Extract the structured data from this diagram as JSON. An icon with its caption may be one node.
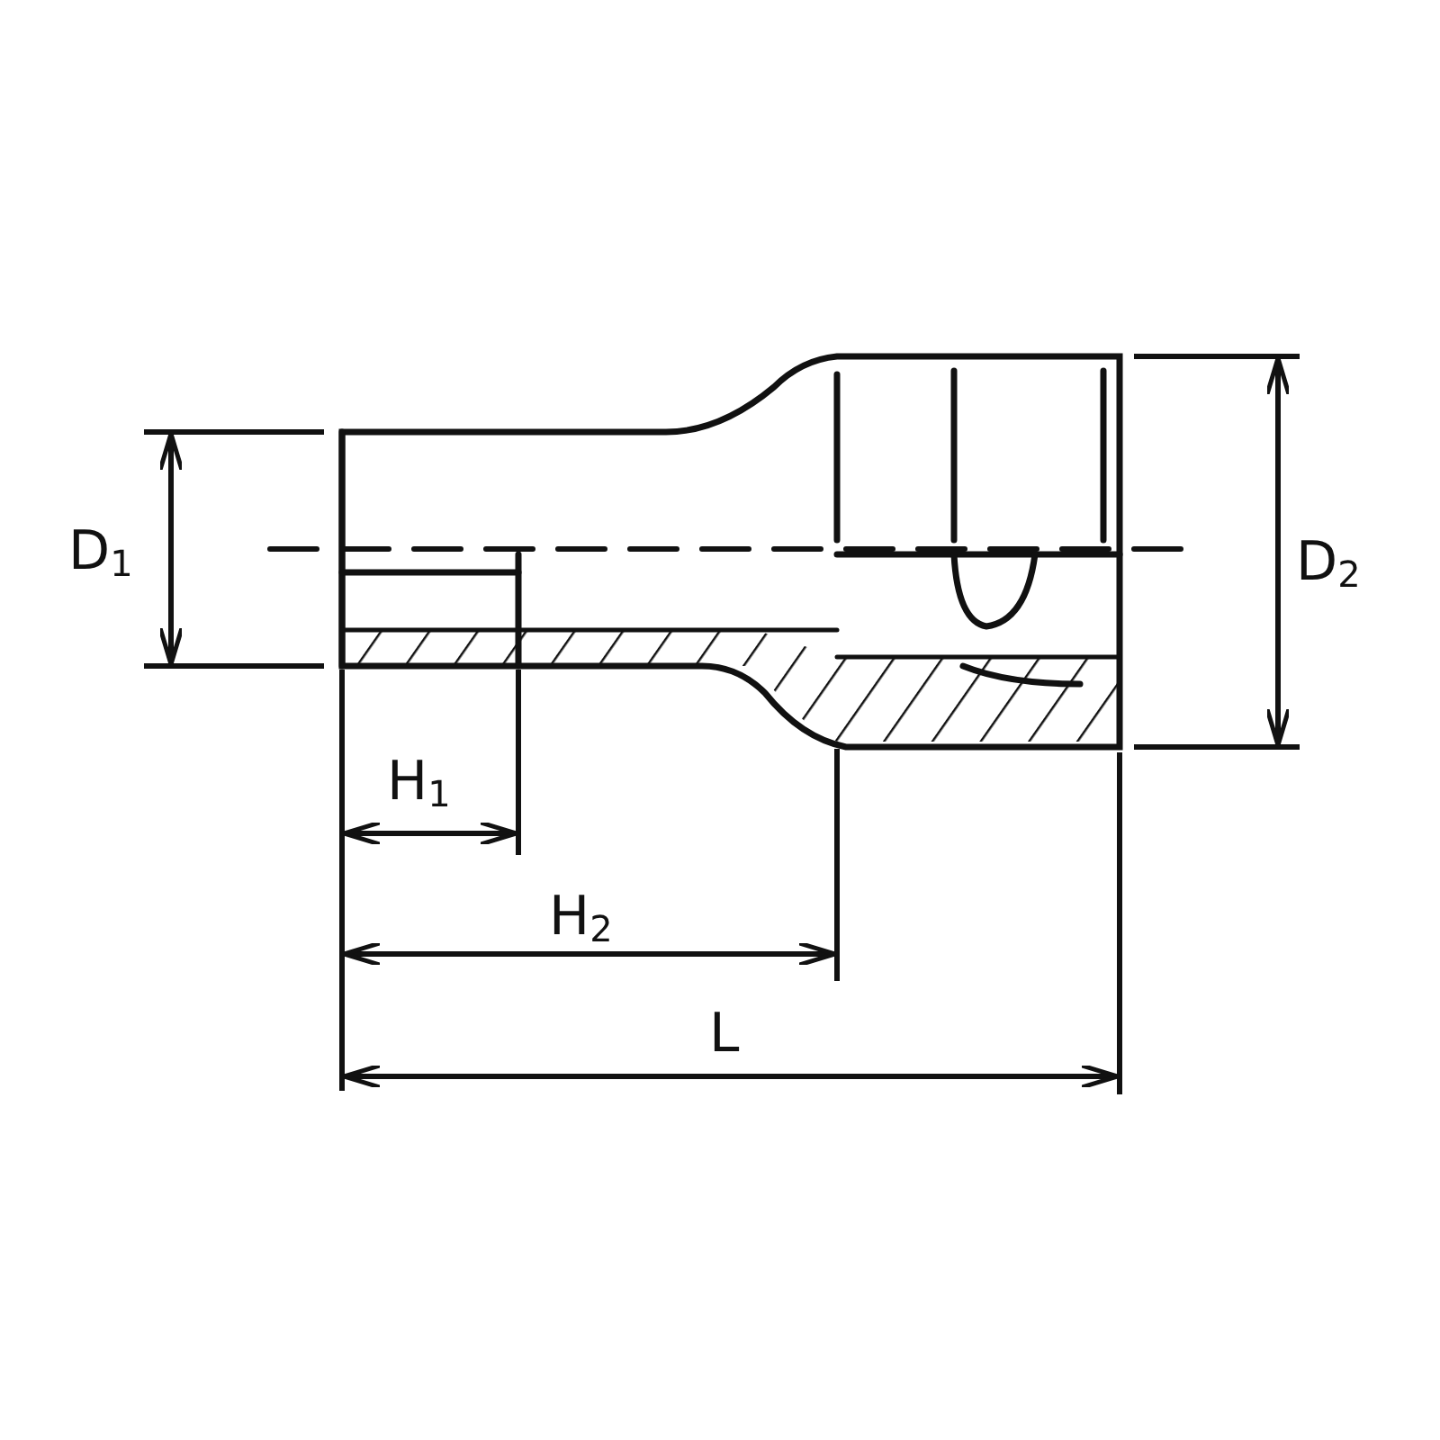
{
  "diagram": {
    "labels": [
      "D$_{1}$",
      "D$_{2}$",
      "H$_{1}$",
      "H$_{2}$",
      "L"
    ]
  }
}
